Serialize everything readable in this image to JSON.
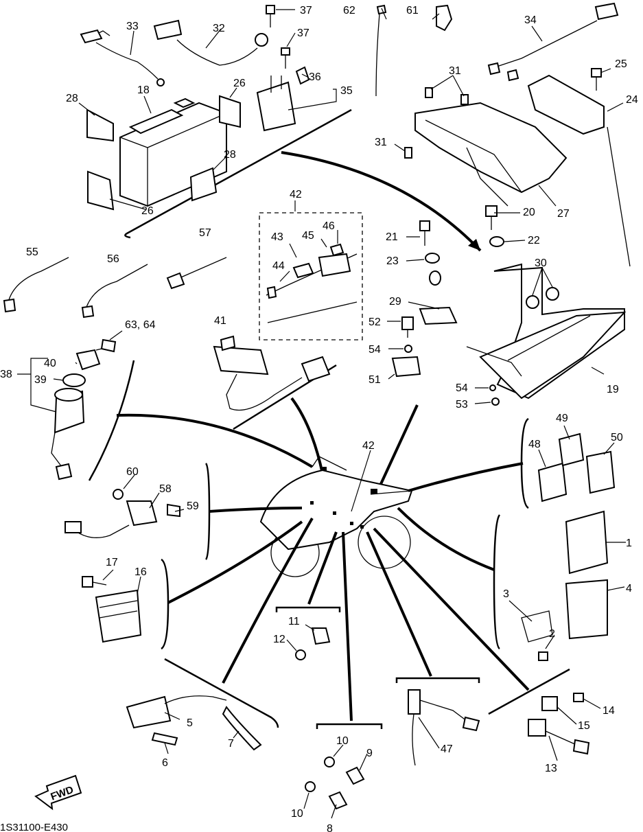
{
  "diagram_code": "1S31100-E430",
  "direction_tag": "FWD",
  "callouts": {
    "c1": "1",
    "c2": "2",
    "c3": "3",
    "c4": "4",
    "c5": "5",
    "c6": "6",
    "c7": "7",
    "c8": "8",
    "c9": "9",
    "c10a": "10",
    "c10b": "10",
    "c11": "11",
    "c12": "12",
    "c13": "13",
    "c14": "14",
    "c15": "15",
    "c16": "16",
    "c17": "17",
    "c18": "18",
    "c19": "19",
    "c20": "20",
    "c21": "21",
    "c22": "22",
    "c23": "23",
    "c24": "24",
    "c25": "25",
    "c26a": "26",
    "c26b": "26",
    "c27": "27",
    "c28a": "28",
    "c28b": "28",
    "c29": "29",
    "c30": "30",
    "c31a": "31",
    "c31b": "31",
    "c32": "32",
    "c33": "33",
    "c34": "34",
    "c35": "35",
    "c36": "36",
    "c37a": "37",
    "c37b": "37",
    "c38": "38",
    "c39": "39",
    "c40": "40",
    "c41": "41",
    "c42a": "42",
    "c42b": "42",
    "c43": "43",
    "c44": "44",
    "c45": "45",
    "c46": "46",
    "c47": "47",
    "c48": "48",
    "c49": "49",
    "c50": "50",
    "c51": "51",
    "c52": "52",
    "c53": "53",
    "c54a": "54",
    "c54b": "54",
    "c55": "55",
    "c56": "56",
    "c57": "57",
    "c58": "58",
    "c59": "59",
    "c60": "60",
    "c61": "61",
    "c62": "62",
    "c6364": "63, 64"
  }
}
